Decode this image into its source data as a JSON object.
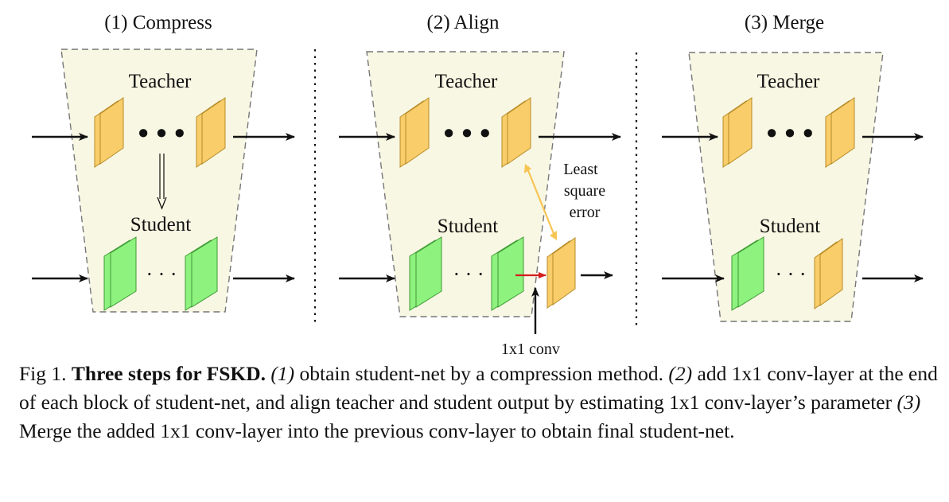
{
  "steps": [
    {
      "title": "(1) Compress",
      "teacher": "Teacher",
      "student": "Student"
    },
    {
      "title": "(2) Align",
      "teacher": "Teacher",
      "student": "Student"
    },
    {
      "title": "(3) Merge",
      "teacher": "Teacher",
      "student": "Student"
    }
  ],
  "align_annotations": {
    "lse_line1": "Least",
    "lse_line2": "square",
    "lse_line3": "error",
    "conv_label": "1x1 conv"
  },
  "ellipsis": {
    "teacher": "• • •",
    "student": "· · ·"
  },
  "colors": {
    "trapezoid_fill": "#f8f7e3",
    "teacher_block": "#f9cd6a",
    "student_block": "#8ef27e",
    "lse_arrow": "#f6c553",
    "conv_arrow": "#d21f1f"
  },
  "caption": {
    "prefix": "Fig 1. ",
    "bold": "Three steps for FSKD.",
    "s1_label": "(1)",
    "s1_text": " obtain student-net by a compression method. ",
    "s2_label": "(2)",
    "s2_text": " add 1x1 conv-layer at the end of each block of student-net, and align teacher and student output by estimating 1x1 conv-layer’s parameter ",
    "s3_label": "(3)",
    "s3_text": " Merge the added 1x1 conv-layer into the previous conv-layer to obtain final student-net."
  }
}
